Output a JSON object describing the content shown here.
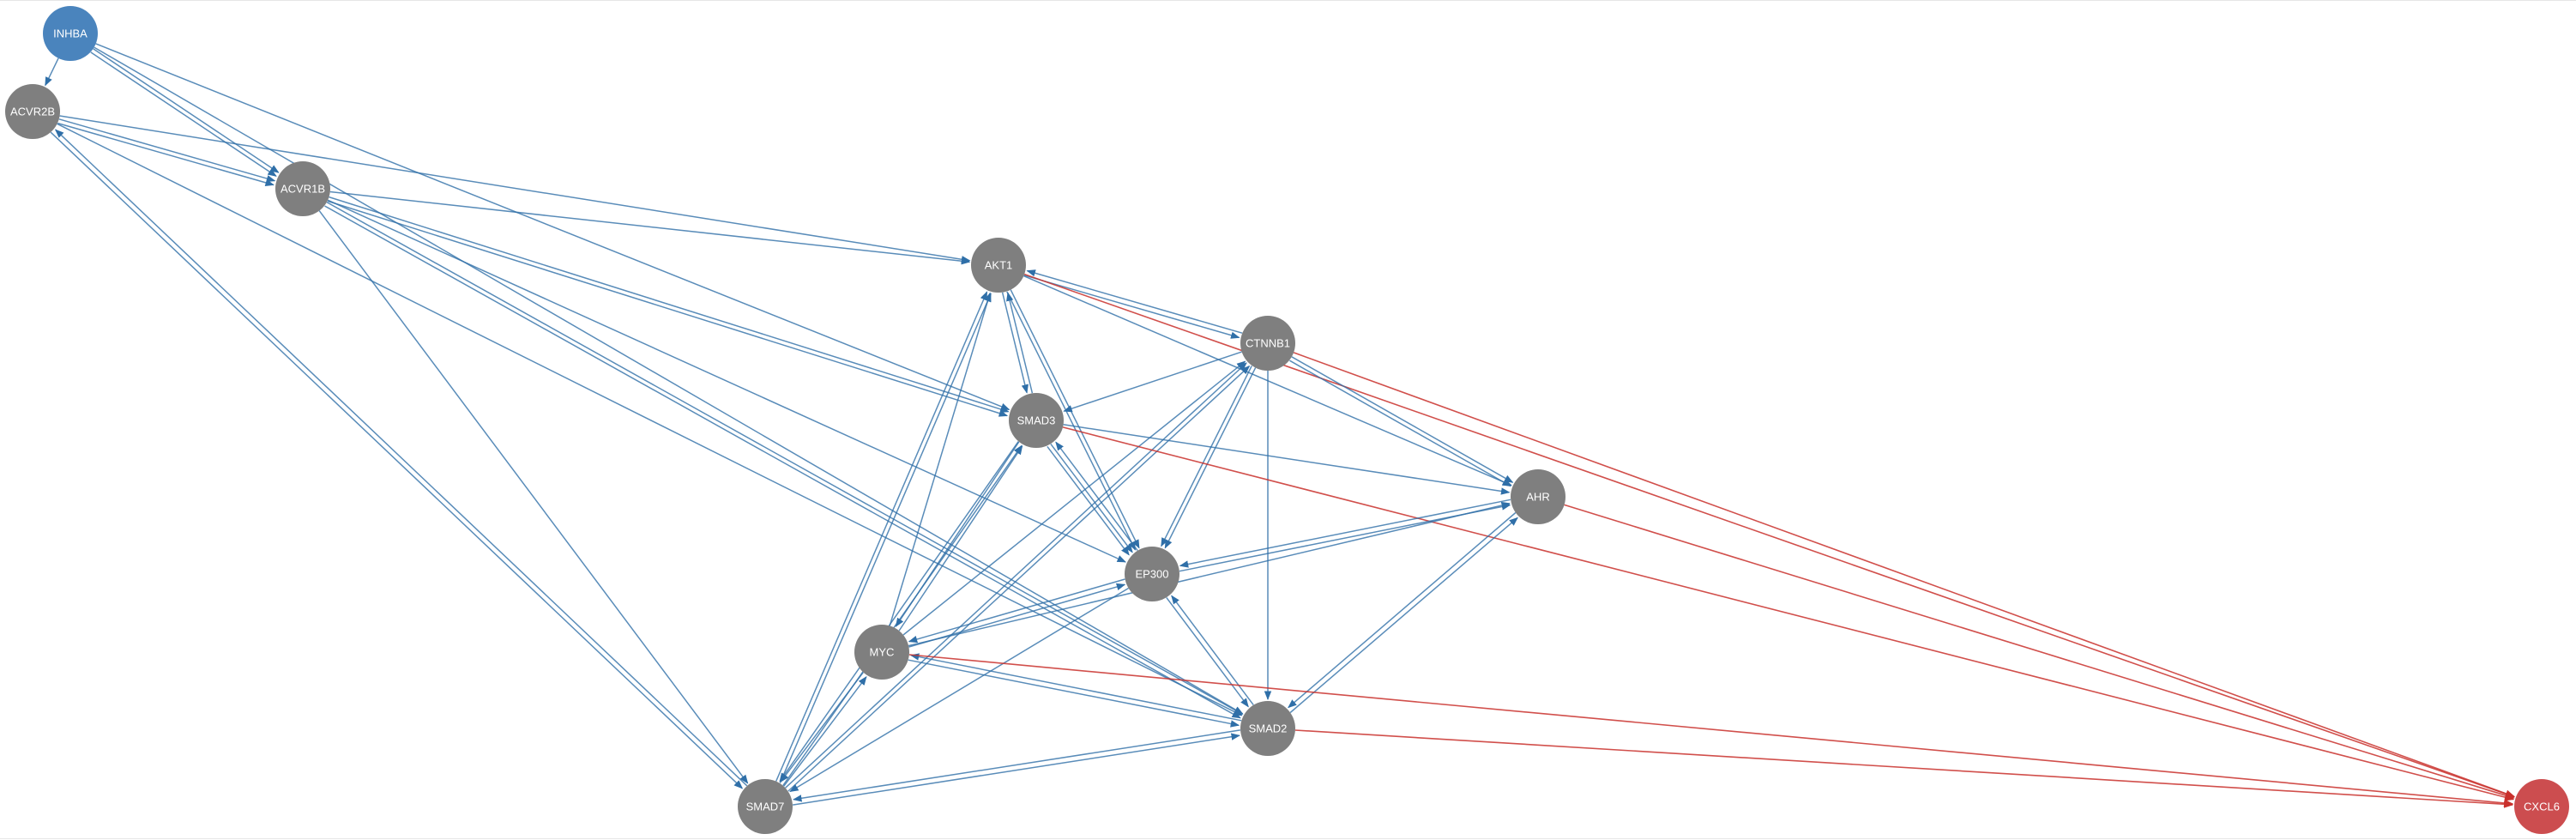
{
  "colors": {
    "activation_edge": "#2f6fa8",
    "inhibition_edge": "#c9302c",
    "source_node": "#4a84bd",
    "target_node": "#cc4d4f",
    "intermediate_node": "#7f7f7f",
    "label": "#ffffff"
  },
  "nodes": [
    {
      "id": "INHBA",
      "label": "INHBA",
      "role": "source"
    },
    {
      "id": "ACVR2B",
      "label": "ACVR2B",
      "role": "intermediate"
    },
    {
      "id": "ACVR1B",
      "label": "ACVR1B",
      "role": "intermediate"
    },
    {
      "id": "AKT1",
      "label": "AKT1",
      "role": "intermediate"
    },
    {
      "id": "CTNNB1",
      "label": "CTNNB1",
      "role": "intermediate"
    },
    {
      "id": "SMAD3",
      "label": "SMAD3",
      "role": "intermediate"
    },
    {
      "id": "AHR",
      "label": "AHR",
      "role": "intermediate"
    },
    {
      "id": "EP300",
      "label": "EP300",
      "role": "intermediate"
    },
    {
      "id": "MYC",
      "label": "MYC",
      "role": "intermediate"
    },
    {
      "id": "SMAD2",
      "label": "SMAD2",
      "role": "intermediate"
    },
    {
      "id": "SMAD7",
      "label": "SMAD7",
      "role": "intermediate"
    },
    {
      "id": "CXCL6",
      "label": "CXCL6",
      "role": "target"
    }
  ],
  "edges": [
    {
      "from": "INHBA",
      "to": "ACVR2B",
      "type": "activation"
    },
    {
      "from": "INHBA",
      "to": "ACVR1B",
      "type": "activation"
    },
    {
      "from": "INHBA",
      "to": "ACVR1B",
      "type": "activation"
    },
    {
      "from": "INHBA",
      "to": "SMAD3",
      "type": "activation"
    },
    {
      "from": "INHBA",
      "to": "SMAD2",
      "type": "activation"
    },
    {
      "from": "ACVR2B",
      "to": "ACVR1B",
      "type": "activation"
    },
    {
      "from": "ACVR2B",
      "to": "ACVR1B",
      "type": "activation"
    },
    {
      "from": "ACVR2B",
      "to": "AKT1",
      "type": "activation"
    },
    {
      "from": "ACVR2B",
      "to": "SMAD2",
      "type": "activation"
    },
    {
      "from": "ACVR2B",
      "to": "SMAD7",
      "type": "activation"
    },
    {
      "from": "SMAD7",
      "to": "ACVR2B",
      "type": "activation"
    },
    {
      "from": "ACVR1B",
      "to": "AKT1",
      "type": "activation"
    },
    {
      "from": "ACVR1B",
      "to": "SMAD3",
      "type": "activation"
    },
    {
      "from": "ACVR1B",
      "to": "SMAD3",
      "type": "activation"
    },
    {
      "from": "ACVR1B",
      "to": "SMAD2",
      "type": "activation"
    },
    {
      "from": "ACVR1B",
      "to": "SMAD2",
      "type": "activation"
    },
    {
      "from": "ACVR1B",
      "to": "SMAD7",
      "type": "activation"
    },
    {
      "from": "ACVR1B",
      "to": "EP300",
      "type": "activation"
    },
    {
      "from": "AKT1",
      "to": "CTNNB1",
      "type": "activation"
    },
    {
      "from": "CTNNB1",
      "to": "AKT1",
      "type": "activation"
    },
    {
      "from": "AKT1",
      "to": "SMAD3",
      "type": "activation"
    },
    {
      "from": "SMAD3",
      "to": "AKT1",
      "type": "activation"
    },
    {
      "from": "AKT1",
      "to": "EP300",
      "type": "activation"
    },
    {
      "from": "AKT1",
      "to": "EP300",
      "type": "activation"
    },
    {
      "from": "AKT1",
      "to": "AHR",
      "type": "activation"
    },
    {
      "from": "AKT1",
      "to": "CXCL6",
      "type": "inhibition"
    },
    {
      "from": "MYC",
      "to": "AKT1",
      "type": "activation"
    },
    {
      "from": "SMAD7",
      "to": "AKT1",
      "type": "activation"
    },
    {
      "from": "SMAD7",
      "to": "AKT1",
      "type": "activation"
    },
    {
      "from": "CTNNB1",
      "to": "SMAD3",
      "type": "activation"
    },
    {
      "from": "CTNNB1",
      "to": "AHR",
      "type": "activation"
    },
    {
      "from": "CTNNB1",
      "to": "AHR",
      "type": "activation"
    },
    {
      "from": "CTNNB1",
      "to": "EP300",
      "type": "activation"
    },
    {
      "from": "CTNNB1",
      "to": "EP300",
      "type": "activation"
    },
    {
      "from": "CTNNB1",
      "to": "SMAD2",
      "type": "activation"
    },
    {
      "from": "CTNNB1",
      "to": "CXCL6",
      "type": "inhibition"
    },
    {
      "from": "MYC",
      "to": "CTNNB1",
      "type": "activation"
    },
    {
      "from": "SMAD7",
      "to": "CTNNB1",
      "type": "activation"
    },
    {
      "from": "SMAD7",
      "to": "CTNNB1",
      "type": "activation"
    },
    {
      "from": "SMAD3",
      "to": "AHR",
      "type": "activation"
    },
    {
      "from": "SMAD3",
      "to": "EP300",
      "type": "activation"
    },
    {
      "from": "EP300",
      "to": "SMAD3",
      "type": "activation"
    },
    {
      "from": "SMAD3",
      "to": "EP300",
      "type": "activation"
    },
    {
      "from": "SMAD3",
      "to": "MYC",
      "type": "activation"
    },
    {
      "from": "MYC",
      "to": "SMAD3",
      "type": "activation"
    },
    {
      "from": "SMAD3",
      "to": "SMAD7",
      "type": "activation"
    },
    {
      "from": "SMAD7",
      "to": "SMAD3",
      "type": "activation"
    },
    {
      "from": "SMAD3",
      "to": "CXCL6",
      "type": "inhibition"
    },
    {
      "from": "AHR",
      "to": "EP300",
      "type": "activation"
    },
    {
      "from": "EP300",
      "to": "AHR",
      "type": "activation"
    },
    {
      "from": "MYC",
      "to": "AHR",
      "type": "activation"
    },
    {
      "from": "SMAD2",
      "to": "AHR",
      "type": "activation"
    },
    {
      "from": "AHR",
      "to": "SMAD2",
      "type": "activation"
    },
    {
      "from": "AHR",
      "to": "CXCL6",
      "type": "inhibition"
    },
    {
      "from": "EP300",
      "to": "MYC",
      "type": "activation"
    },
    {
      "from": "MYC",
      "to": "EP300",
      "type": "activation"
    },
    {
      "from": "EP300",
      "to": "SMAD2",
      "type": "activation"
    },
    {
      "from": "SMAD2",
      "to": "EP300",
      "type": "activation"
    },
    {
      "from": "EP300",
      "to": "SMAD7",
      "type": "activation"
    },
    {
      "from": "MYC",
      "to": "SMAD2",
      "type": "activation"
    },
    {
      "from": "SMAD2",
      "to": "MYC",
      "type": "activation"
    },
    {
      "from": "MYC",
      "to": "SMAD7",
      "type": "activation"
    },
    {
      "from": "SMAD7",
      "to": "MYC",
      "type": "activation"
    },
    {
      "from": "MYC",
      "to": "CXCL6",
      "type": "inhibition"
    },
    {
      "from": "SMAD2",
      "to": "SMAD7",
      "type": "activation"
    },
    {
      "from": "SMAD7",
      "to": "SMAD2",
      "type": "activation"
    },
    {
      "from": "SMAD2",
      "to": "CXCL6",
      "type": "inhibition"
    }
  ]
}
